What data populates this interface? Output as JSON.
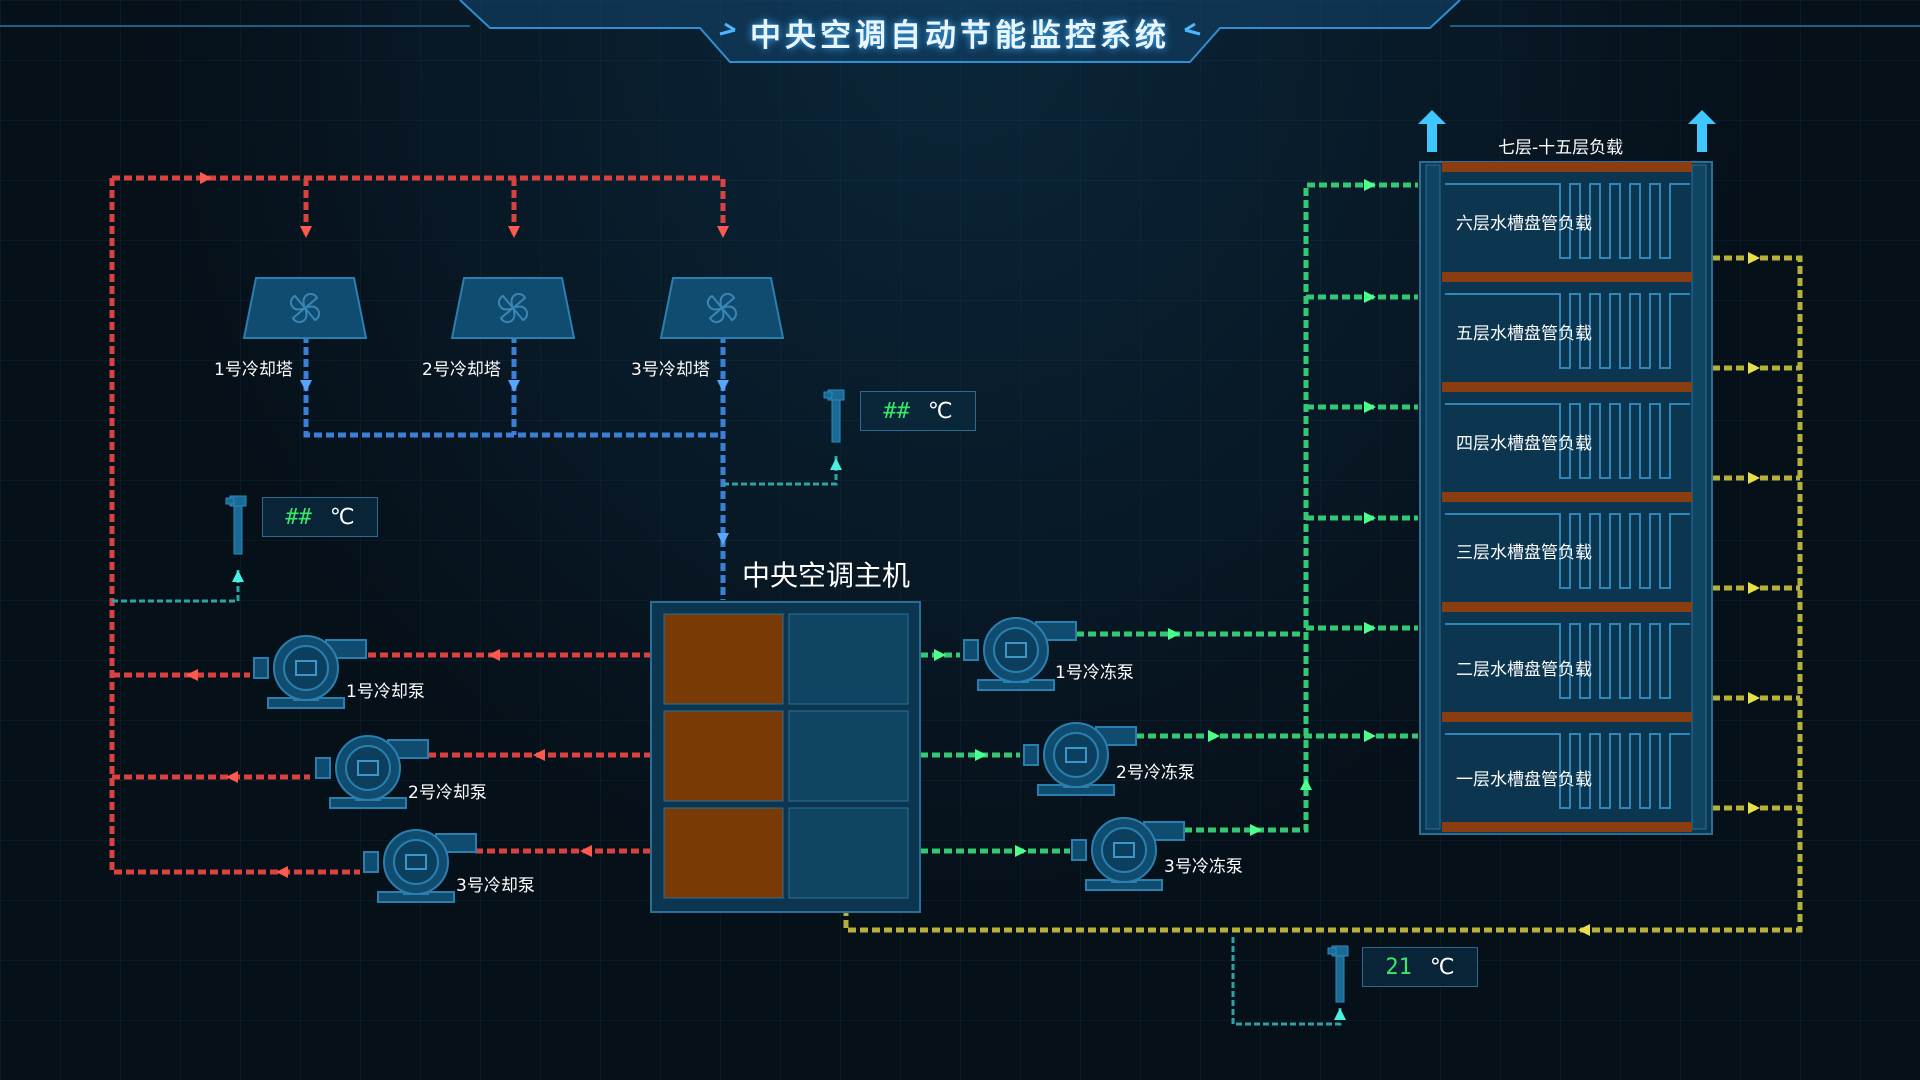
{
  "header": {
    "title": "中央空调自动节能监控系统"
  },
  "cooling_towers": [
    {
      "label": "1号冷却塔"
    },
    {
      "label": "2号冷却塔"
    },
    {
      "label": "3号冷却塔"
    }
  ],
  "cooling_pumps": [
    {
      "label": "1号冷却泵"
    },
    {
      "label": "2号冷却泵"
    },
    {
      "label": "3号冷却泵"
    }
  ],
  "chilled_pumps": [
    {
      "label": "1号冷冻泵"
    },
    {
      "label": "2号冷冻泵"
    },
    {
      "label": "3号冷冻泵"
    }
  ],
  "chiller": {
    "label": "中央空调主机"
  },
  "load": {
    "title": "七层-十五层负载",
    "floors": [
      "六层水槽盘管负载",
      "五层水槽盘管负载",
      "四层水槽盘管负载",
      "三层水槽盘管负载",
      "二层水槽盘管负载",
      "一层水槽盘管负载"
    ]
  },
  "sensors": {
    "tower_return": {
      "value": "##",
      "unit": "℃"
    },
    "cooling_supply": {
      "value": "##",
      "unit": "℃"
    },
    "chilled_return": {
      "value": "21",
      "unit": "℃"
    }
  },
  "colors": {
    "hot_pipe": "#d9423e",
    "cold_pipe": "#3b7fd6",
    "chilled_pipe": "#34c774",
    "return_pipe": "#b7b03a",
    "sensor_pipe": "#2aa5a5",
    "equipment": "#0f4c70",
    "chiller_hot": "#7a3a05"
  }
}
